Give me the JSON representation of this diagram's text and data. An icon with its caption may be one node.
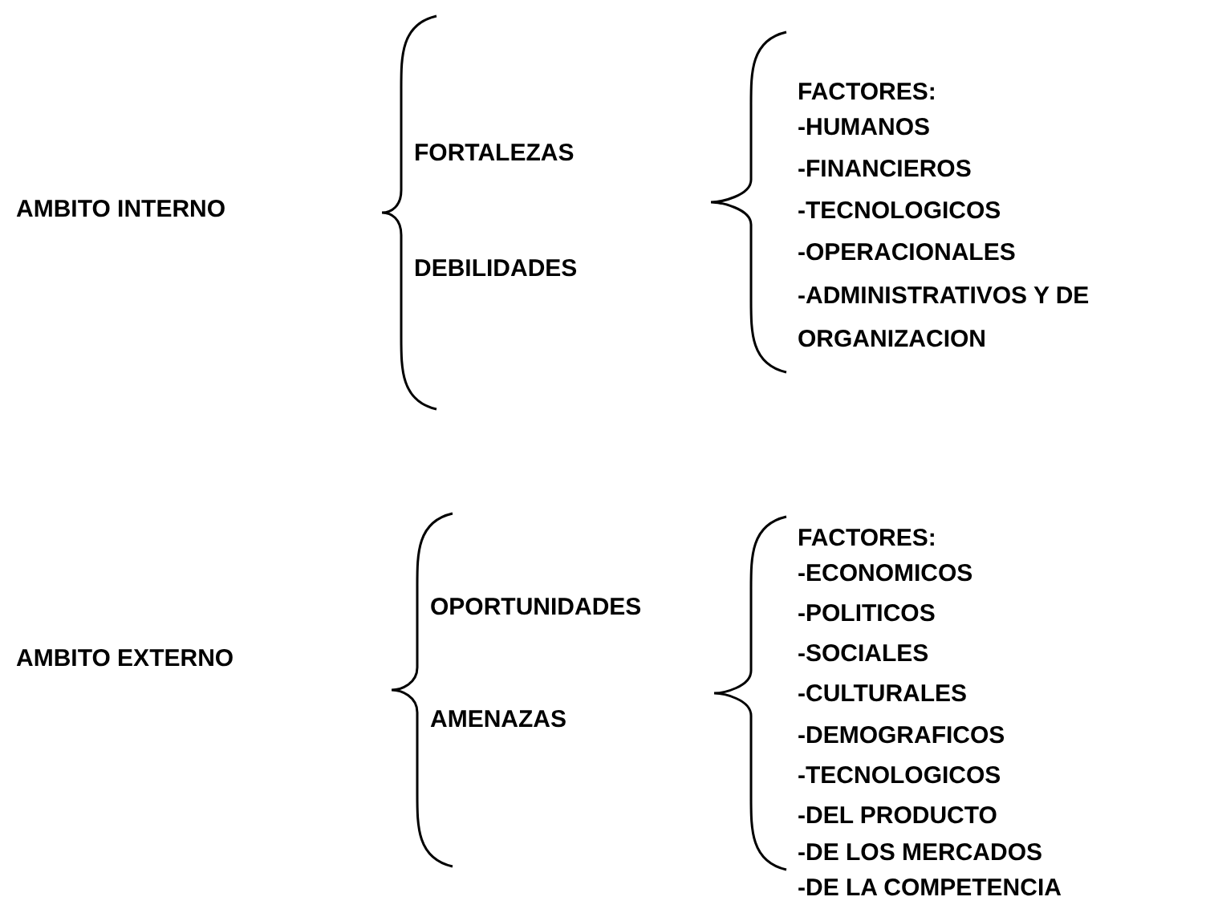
{
  "diagram": {
    "labels": [
      "AMBITO INTERNO",
      "FORTALEZAS",
      "DEBILIDADES",
      "FACTORES:",
      "-HUMANOS",
      "-FINANCIEROS",
      "-TECNOLOGICOS",
      "-OPERACIONALES",
      "-ADMINISTRATIVOS Y DE ORGANIZACION",
      "AMBITO EXTERNO",
      "OPORTUNIDADES",
      "AMENAZAS",
      "FACTORES:",
      "-ECONOMICOS",
      "-POLITICOS",
      "-SOCIALES",
      "-CULTURALES",
      "-DEMOGRAFICOS",
      "-TECNOLOGICOS",
      "-DEL PRODUCTO",
      "-DE LOS MERCADOS",
      "-DE LA COMPETENCIA"
    ]
  }
}
